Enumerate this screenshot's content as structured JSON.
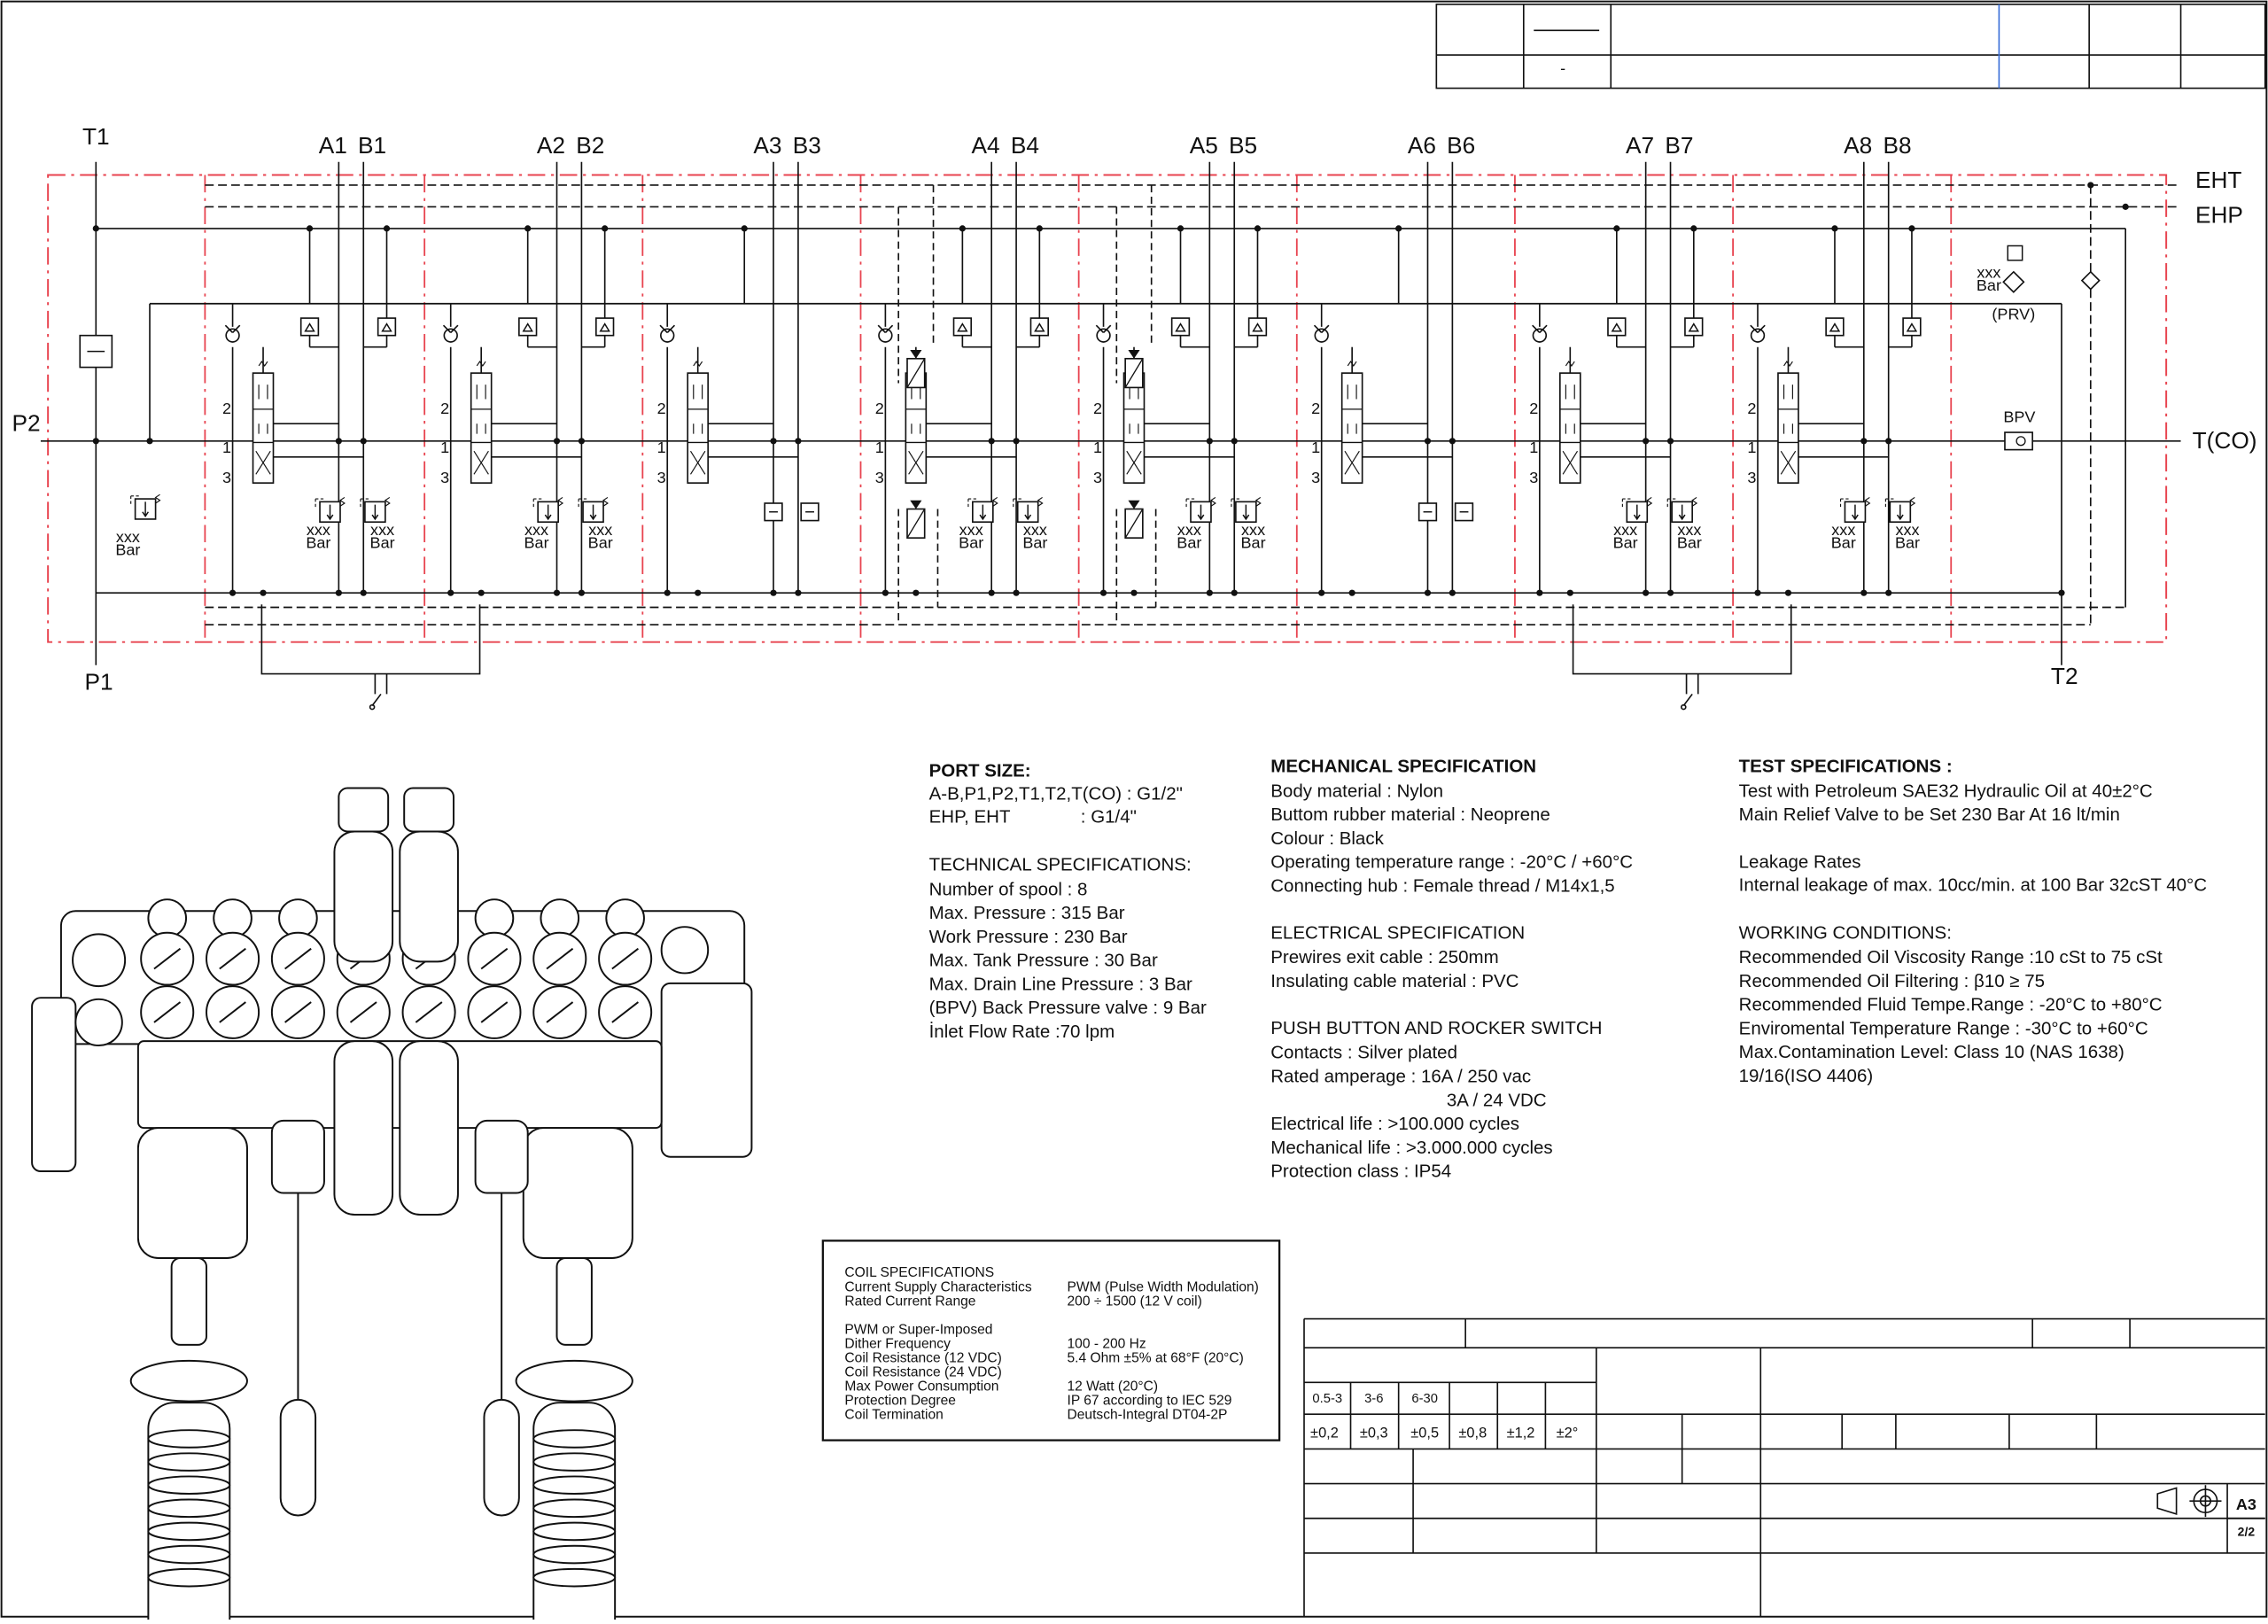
{
  "diagram": {
    "ports": {
      "t1": "T1",
      "p2": "P2",
      "p1": "P1",
      "t2": "T2",
      "eht": "EHT",
      "ehp": "EHP",
      "tco": "T(CO)",
      "sections": [
        {
          "a": "A1",
          "b": "B1"
        },
        {
          "a": "A2",
          "b": "B2"
        },
        {
          "a": "A3",
          "b": "B3"
        },
        {
          "a": "A4",
          "b": "B4"
        },
        {
          "a": "A5",
          "b": "B5"
        },
        {
          "a": "A6",
          "b": "B6"
        },
        {
          "a": "A7",
          "b": "B7"
        },
        {
          "a": "A8",
          "b": "B8"
        }
      ]
    },
    "valve_labels": {
      "xxx": "xxx",
      "bar": "Bar",
      "prv": "(PRV)",
      "bpv": "BPV",
      "pos_1": "1",
      "pos_2": "2",
      "pos_3": "3"
    },
    "title_block_top_dash": "-"
  },
  "port_size": {
    "heading": "PORT SIZE:",
    "lines": [
      "A-B,P1,P2,T1,T2,T(CO) : G1/2\"",
      "EHP, EHT              : G1/4\""
    ]
  },
  "technical": {
    "heading": "TECHNICAL SPECIFICATIONS:",
    "lines": [
      "Number of spool : 8",
      "Max. Pressure : 315 Bar",
      "Work Pressure : 230 Bar",
      "Max. Tank Pressure : 30 Bar",
      "Max. Drain Line Pressure : 3 Bar",
      "(BPV) Back Pressure valve : 9 Bar",
      "İnlet Flow Rate :70 lpm"
    ]
  },
  "mechanical": {
    "heading": "MECHANICAL SPECIFICATION",
    "lines": [
      "Body material :  Nylon",
      "Buttom rubber material :  Neoprene",
      "Colour :  Black",
      "Operating temperature range :  -20°C / +60°C",
      "Connecting hub :  Female thread / M14x1,5"
    ]
  },
  "electrical": {
    "heading": "ELECTRICAL SPECIFICATION",
    "lines": [
      "Prewires exit cable :  250mm",
      "Insulating cable material :  PVC"
    ]
  },
  "push_button": {
    "heading": "PUSH BUTTON AND ROCKER SWITCH",
    "lines": [
      "Contacts : Silver plated",
      "Rated amperage :  16A / 250 vac",
      "3A / 24 VDC",
      "Electrical life :  >100.000 cycles",
      "Mechanical life :  >3.000.000 cycles",
      "Protection class :  IP54"
    ]
  },
  "test": {
    "heading": "TEST SPECIFICATIONS :",
    "lines": [
      "Test with Petroleum SAE32 Hydraulic Oil at 40±2°C",
      "Main Relief Valve to be Set 230 Bar At 16 lt/min"
    ]
  },
  "leakage": {
    "heading": "Leakage Rates",
    "lines": [
      "Internal leakage of max. 10cc/min. at 100 Bar 32cST 40°C"
    ]
  },
  "working": {
    "heading": "WORKING CONDITIONS:",
    "lines": [
      "Recommended Oil Viscosity Range :10 cSt to 75 cSt",
      "Recommended Oil Filtering : β10 ≥ 75",
      "Recommended Fluid Tempe.Range : -20°C to +80°C",
      "Enviromental Temperature Range : -30°C to +60°C",
      "Max.Contamination Level: Class 10 (NAS 1638)",
      "19/16(ISO 4406)"
    ]
  },
  "coil": {
    "heading": "COIL SPECIFICATIONS",
    "labels": [
      "Current Supply Characteristics",
      "Rated Current Range",
      "",
      "PWM or Super-Imposed",
      "Dither Frequency",
      "Coil Resistance (12 VDC)",
      "Coil Resistance (24 VDC)",
      "Max Power Consumption",
      "Protection Degree",
      "Coil Termination"
    ],
    "values": [
      "PWM (Pulse Width Modulation)",
      "200 ÷ 1500 (12 V coil)",
      "",
      "",
      "100 - 200 Hz",
      "5.4 Ohm ±5% at 68°F (20°C)",
      "",
      "12 Watt (20°C)",
      "IP 67 according to IEC 529",
      "Deutsch-Integral DT04-2P"
    ]
  },
  "tolerance": {
    "ranges": [
      "0.5-3",
      "3-6",
      "6-30"
    ],
    "values": [
      "±0,2",
      "±0,3",
      "±0,5",
      "±0,8",
      "±1,2",
      "±2°"
    ]
  },
  "title_block": {
    "size": "A3",
    "sheet": "2/2"
  },
  "colors": {
    "line": "#111111",
    "boundary": "#e8434f",
    "background": "#ffffff"
  }
}
